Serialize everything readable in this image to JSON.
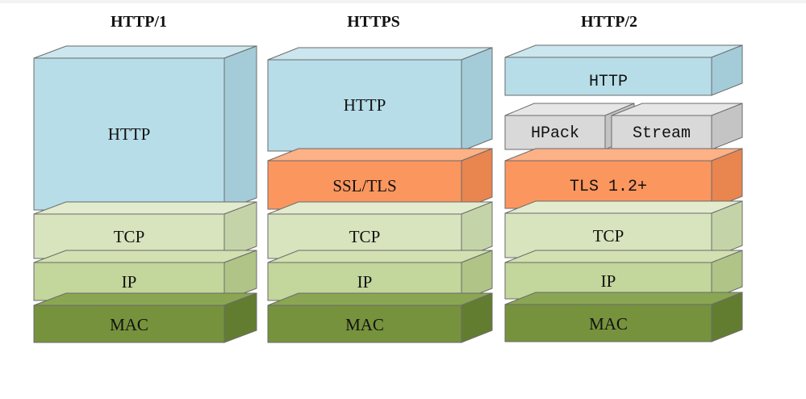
{
  "columns": [
    {
      "title": "HTTP/1",
      "layers": [
        {
          "label": "HTTP",
          "kind": "http"
        },
        {
          "label": "TCP",
          "kind": "tcp"
        },
        {
          "label": "IP",
          "kind": "ip"
        },
        {
          "label": "MAC",
          "kind": "mac"
        }
      ]
    },
    {
      "title": "HTTPS",
      "layers": [
        {
          "label": "HTTP",
          "kind": "http"
        },
        {
          "label": "SSL/TLS",
          "kind": "tls"
        },
        {
          "label": "TCP",
          "kind": "tcp"
        },
        {
          "label": "IP",
          "kind": "ip"
        },
        {
          "label": "MAC",
          "kind": "mac"
        }
      ]
    },
    {
      "title": "HTTP/2",
      "layers": [
        {
          "label": "HTTP",
          "kind": "http"
        },
        {
          "label": "HPack",
          "kind": "gray"
        },
        {
          "label": "Stream",
          "kind": "gray"
        },
        {
          "label": "TLS 1.2+",
          "kind": "tls"
        },
        {
          "label": "TCP",
          "kind": "tcp"
        },
        {
          "label": "IP",
          "kind": "ip"
        },
        {
          "label": "MAC",
          "kind": "mac"
        }
      ]
    }
  ],
  "colors": {
    "http": {
      "front": "#b7dde8",
      "top": "#cbe6ee",
      "side": "#a3ccd8"
    },
    "tls": {
      "front": "#fb965f",
      "top": "#fdb186",
      "side": "#e9854f"
    },
    "tcp": {
      "front": "#d7e4bd",
      "top": "#e2ebce",
      "side": "#c5d4a8"
    },
    "ip": {
      "front": "#c3d69b",
      "top": "#d2e0b2",
      "side": "#afc486"
    },
    "mac": {
      "front": "#76923c",
      "top": "#8aa653",
      "side": "#637d30"
    },
    "gray": {
      "front": "#d9d9d9",
      "top": "#e6e6e6",
      "side": "#c4c4c4"
    },
    "outline": "#6b6b6b"
  }
}
